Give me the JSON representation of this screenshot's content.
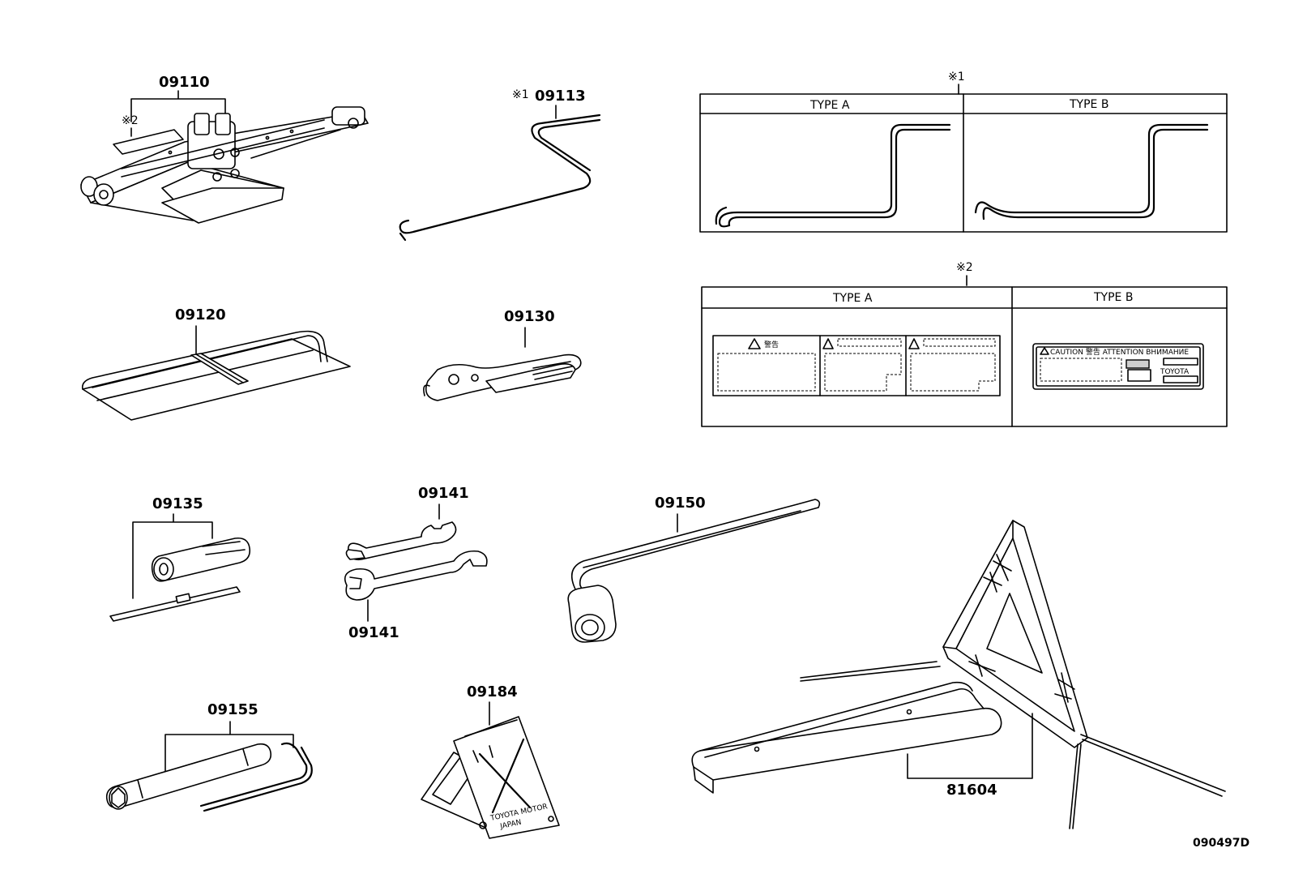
{
  "parts": {
    "jack": "09110",
    "jack_handle": "09113",
    "tool_bag": "09120",
    "pliers": "09130",
    "screwdriver": "09135",
    "wrench_upper": "09141",
    "wrench_lower": "09141",
    "lug_wrench": "09150",
    "plug_wrench": "09155",
    "stand": "09184",
    "triangle": "81604"
  },
  "notes": {
    "note1_mark": "※1",
    "note2_mark": "※2"
  },
  "panel1": {
    "mark": "※1",
    "type_a": "TYPE A",
    "type_b": "TYPE B"
  },
  "panel2": {
    "mark": "※2",
    "type_a": "TYPE A",
    "type_b": "TYPE B",
    "label_b_header": "CAUTION 警告 ATTENTION ВНИМАНИЕ",
    "label_b_brand": "TOYOTA",
    "label_a_warn": "警告"
  },
  "stand_text": {
    "line1": "TOYOTA MOTOR",
    "line2": "JAPAN"
  },
  "figure_code": "090497D"
}
